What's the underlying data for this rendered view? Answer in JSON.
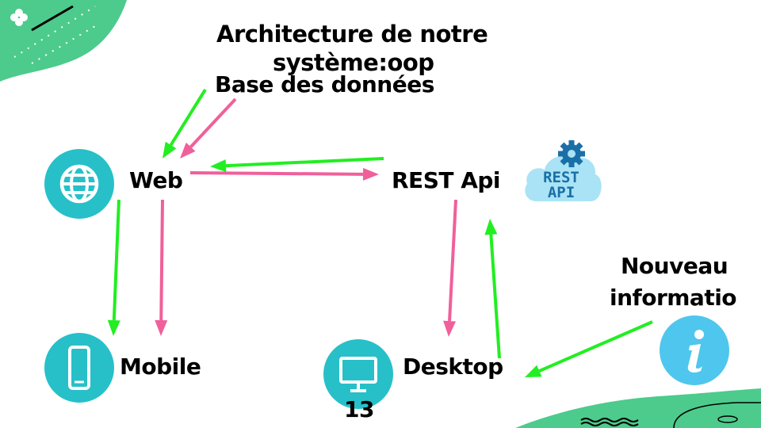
{
  "title": {
    "line1": "Architecture de notre",
    "line2": "système:oop"
  },
  "nodes": {
    "database": "Base des données",
    "web": "Web",
    "rest_api": "REST Api",
    "mobile": "Mobile",
    "desktop": "Desktop",
    "info_line1": "Nouveau",
    "info_line2": "informatio"
  },
  "rest_logo_text": {
    "line1": "REST",
    "line2": "API"
  },
  "page_number": "13",
  "colors": {
    "accent_green": "#4ccb8c",
    "arrow_green": "#22ee22",
    "arrow_pink": "#f0609a",
    "icon_teal": "#27c0c8",
    "cloud_blue": "#a9e3f5",
    "gear_blue": "#1a6fa8"
  },
  "icons": {
    "web": "globe-icon",
    "mobile": "smartphone-icon",
    "desktop": "monitor-icon",
    "rest_api": "cloud-gear-icon",
    "info": "info-icon"
  }
}
